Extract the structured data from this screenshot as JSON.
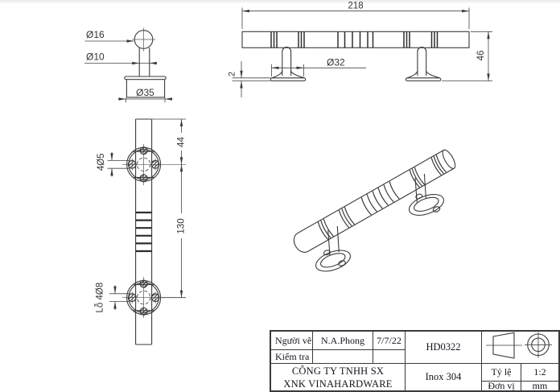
{
  "sheet": {
    "background": "#ffffff",
    "line_color": "#3a3a3a"
  },
  "dimensions": {
    "side_view": {
      "head_dia": "Ø16",
      "stem_dia": "Ø10",
      "base_dia": "Ø35"
    },
    "front_view": {
      "length": "218",
      "height": "46",
      "cover_dia": "Ø32",
      "plate_thickness": "2"
    },
    "top_view": {
      "end_offset": "44",
      "post_spacing": "130",
      "screw_holes": "4Ø5",
      "mount_holes": "Lỗ 4Ø8"
    }
  },
  "title_block": {
    "drawn_by_label": "Người vẽ",
    "drawn_by": "N.A.Phong",
    "date": "7/7/22",
    "checked_label": "Kiểm tra",
    "checked_by": "",
    "drawing_code": "HD0322",
    "company_line1": "CÔNG TY TNHH SX",
    "company_line2": "XNK VINAHARDWARE",
    "material": "Inox 304",
    "scale_label": "Tỷ lệ",
    "scale_value": "1:2",
    "unit_label": "Đơn vị",
    "unit_value": "mm"
  }
}
